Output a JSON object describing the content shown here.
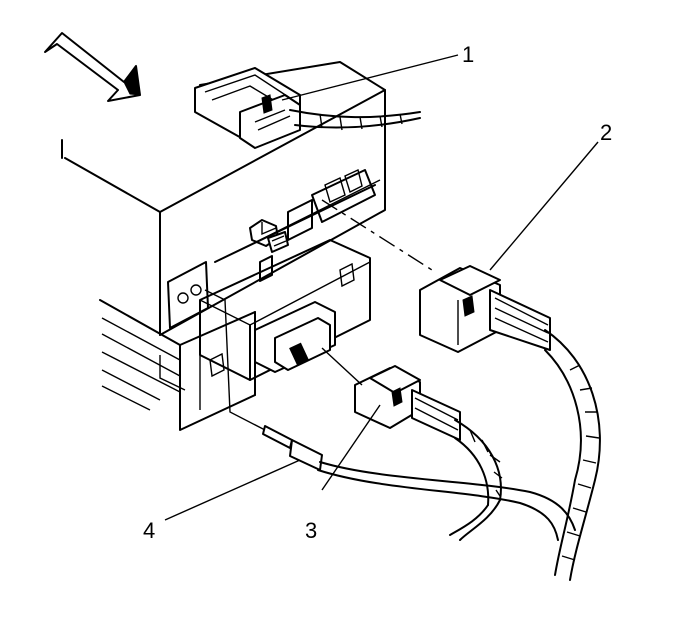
{
  "callouts": [
    {
      "id": "1",
      "label": "1"
    },
    {
      "id": "2",
      "label": "2"
    },
    {
      "id": "3",
      "label": "3"
    },
    {
      "id": "4",
      "label": "4"
    }
  ],
  "colors": {
    "ink": "#000000",
    "paper": "#ffffff"
  },
  "icons": [
    "direction-arrow-icon"
  ]
}
